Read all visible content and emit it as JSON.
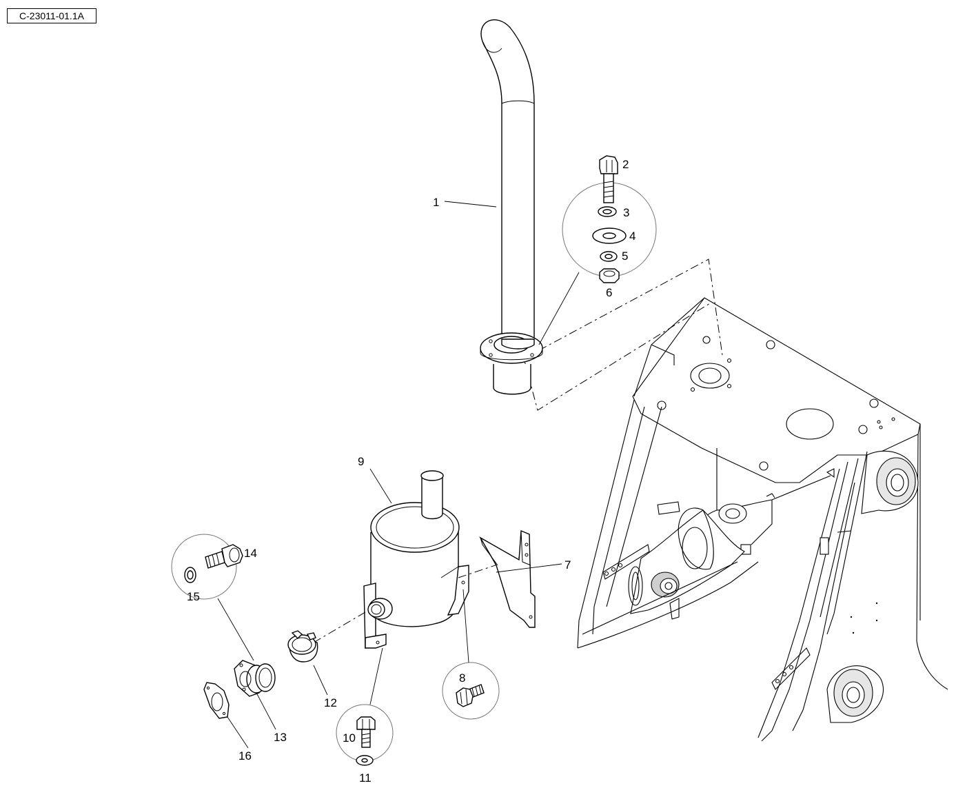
{
  "diagram_ref": "C-23011-01.1A",
  "callouts": {
    "c1": "1",
    "c2": "2",
    "c3": "3",
    "c4": "4",
    "c5": "5",
    "c6": "6",
    "c7": "7",
    "c8": "8",
    "c9": "9",
    "c10": "10",
    "c11": "11",
    "c12": "12",
    "c13": "13",
    "c14": "14",
    "c15": "15",
    "c16": "16"
  }
}
